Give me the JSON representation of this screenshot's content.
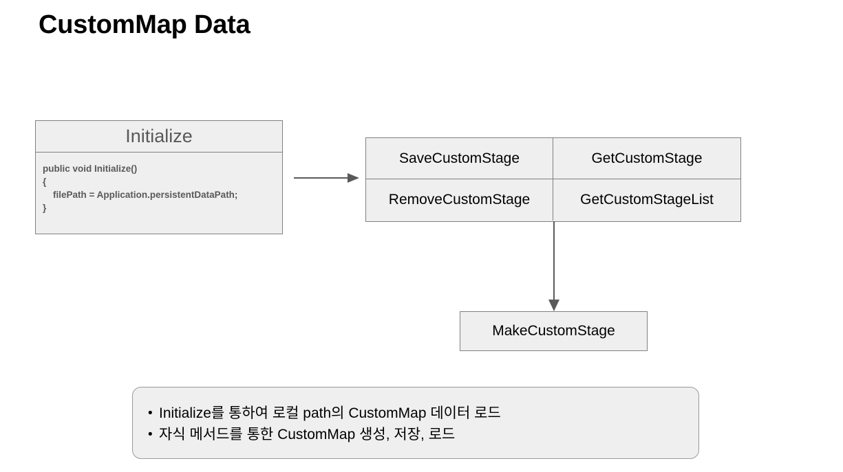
{
  "page": {
    "title": "CustomMap Data",
    "background_color": "#ffffff"
  },
  "theme": {
    "box_fill": "#efefef",
    "box_border": "#808080",
    "header_text": "#595959",
    "body_text": "#000000",
    "arrow_color": "#595959"
  },
  "initialize_box": {
    "title": "Initialize",
    "code": [
      "public void Initialize()",
      "{",
      "    filePath = Application.persistentDataPath;",
      "}"
    ]
  },
  "methods_grid": {
    "cells": [
      {
        "label": "SaveCustomStage"
      },
      {
        "label": "GetCustomStage"
      },
      {
        "label": "RemoveCustomStage"
      },
      {
        "label": "GetCustomStageList"
      }
    ]
  },
  "make_stage_box": {
    "label": "MakeCustomStage"
  },
  "notes_box": {
    "bullet": "•",
    "lines": [
      "Initialize를 통하여 로컬 path의 CustomMap 데이터 로드",
      "자식 메서드를 통한 CustomMap 생성, 저장, 로드"
    ]
  },
  "arrows": [
    {
      "name": "initialize-to-methods",
      "direction": "right"
    },
    {
      "name": "methods-to-make-stage",
      "direction": "down"
    }
  ]
}
